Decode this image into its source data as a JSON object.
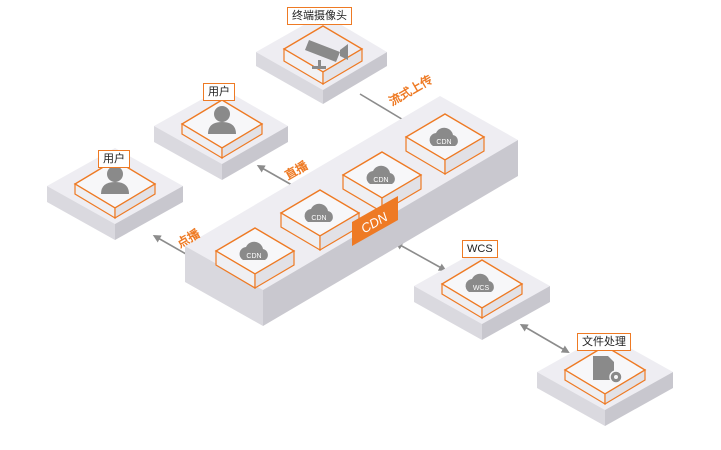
{
  "nodes": {
    "camera": {
      "label": "终端摄像头"
    },
    "user_top": {
      "label": "用户"
    },
    "user_left": {
      "label": "用户"
    },
    "wcs": {
      "label": "WCS",
      "icon_text": "WCS"
    },
    "file_processing": {
      "label": "文件处理"
    }
  },
  "cdn": {
    "badge": "CDN",
    "node_icon_text": "CDN"
  },
  "edges": {
    "stream_upload": "流式上传",
    "live": "直播",
    "on_demand": "点播"
  },
  "colors": {
    "accent": "#ee7a24",
    "platform_top": "#eeedf2",
    "platform_left": "#d9d8de",
    "platform_right": "#c9c8cf",
    "icon_gray": "#8a8a8a"
  }
}
